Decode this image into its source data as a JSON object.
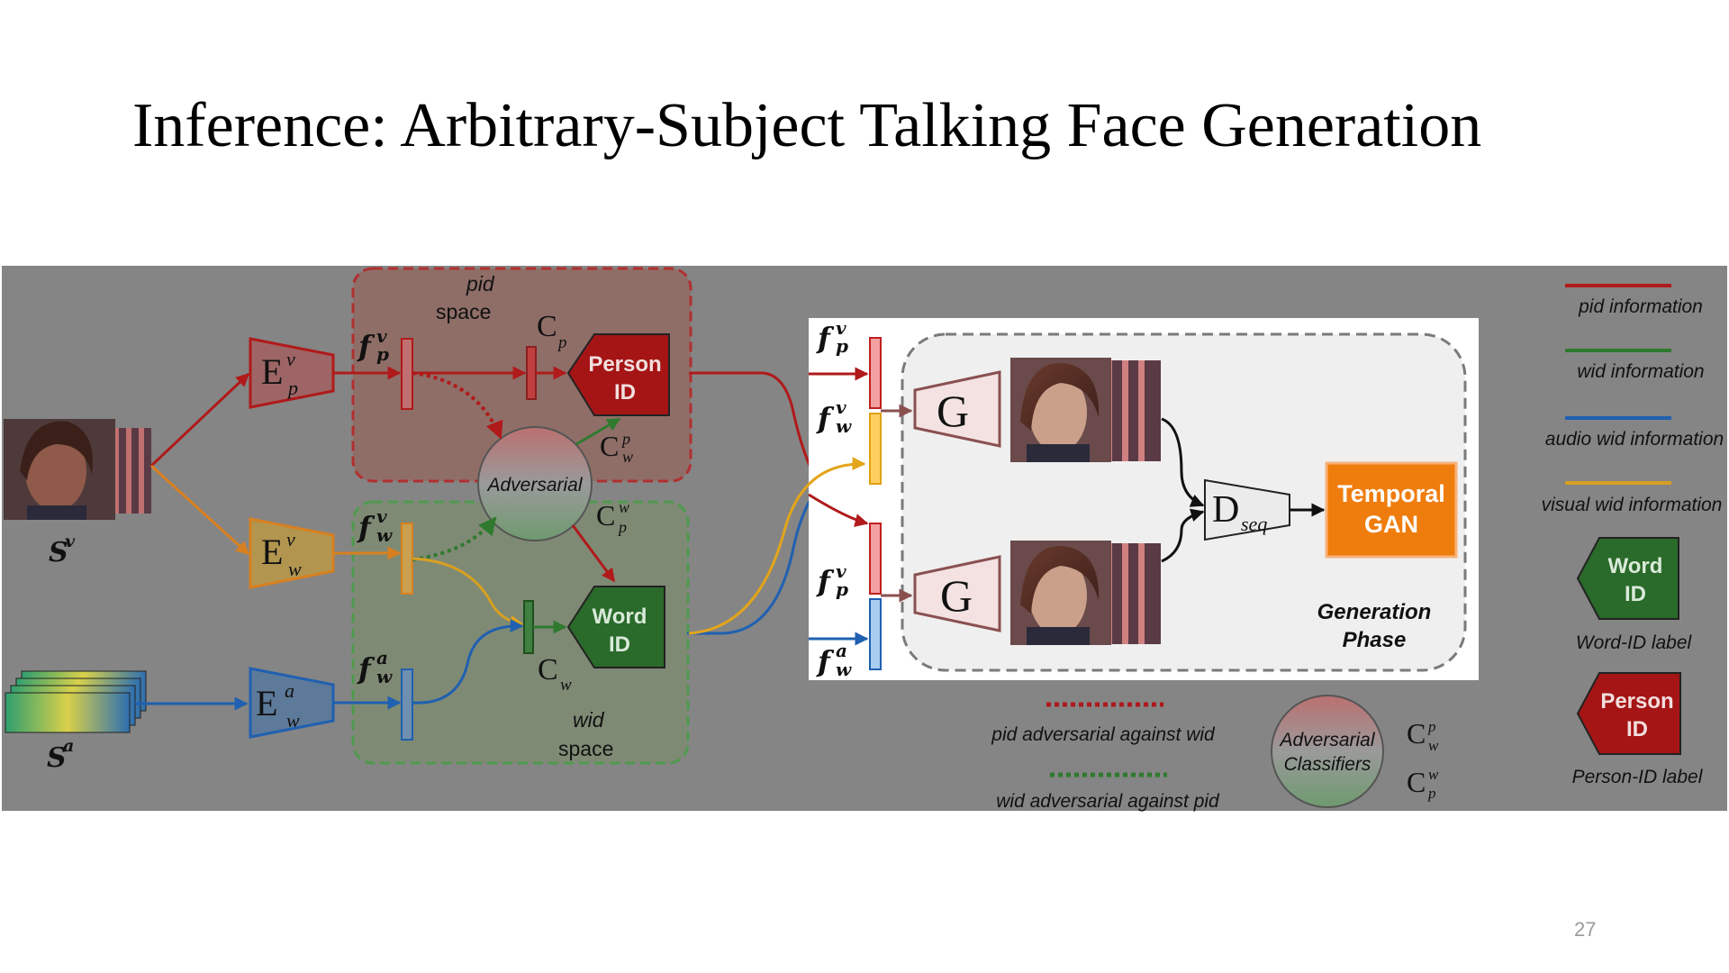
{
  "slide": {
    "title": "Inference: Arbitrary-Subject Talking Face Generation",
    "page_number": "27"
  },
  "diagram": {
    "inputs": {
      "visual": "S",
      "visual_sup": "v",
      "audio": "S",
      "audio_sup": "a"
    },
    "encoders": {
      "ep": {
        "main": "E",
        "sup": "v",
        "sub": "p"
      },
      "ew": {
        "main": "E",
        "sup": "v",
        "sub": "w"
      },
      "ea": {
        "main": "E",
        "sup": "a",
        "sub": "w"
      }
    },
    "features": {
      "fpv": {
        "main": "f",
        "sub": "p",
        "sup": "v"
      },
      "fwv": {
        "main": "f",
        "sub": "w",
        "sup": "v"
      },
      "fwa": {
        "main": "f",
        "sub": "w",
        "sup": "a"
      }
    },
    "spaces": {
      "pid_line1": "pid",
      "pid_line2": "space",
      "wid_line1": "wid",
      "wid_line2": "space"
    },
    "classifiers": {
      "cp": {
        "main": "C",
        "sub": "p"
      },
      "cw": {
        "main": "C",
        "sub": "w"
      },
      "cwp": {
        "main": "C",
        "sup": "p",
        "sub": "w"
      },
      "cpw": {
        "main": "C",
        "sup": "w",
        "sub": "p"
      }
    },
    "adversarial_label": "Adversarial",
    "person_id": {
      "line1": "Person",
      "line2": "ID"
    },
    "word_id": {
      "line1": "Word",
      "line2": "ID"
    },
    "generator": "G",
    "discriminator": {
      "main": "D",
      "sub": "seq"
    },
    "temporal_gan": {
      "line1": "Temporal",
      "line2": "GAN"
    },
    "generation_phase": {
      "line1": "Generation",
      "line2": "Phase"
    },
    "bottom_legend": {
      "pid_adv": "pid adversarial against wid",
      "wid_adv": "wid adversarial against pid",
      "adv_classifiers_line1": "Adversarial",
      "adv_classifiers_line2": "Classifiers"
    },
    "legend": {
      "pid_info": "pid information",
      "wid_info": "wid information",
      "audio_wid": "audio wid information",
      "visual_wid": "visual wid information",
      "word_id_label": "Word-ID label",
      "person_id_label": "Person-ID label"
    },
    "colors": {
      "pid": "#b01a1a",
      "wid": "#2f7a2f",
      "audio": "#2060b0",
      "visual": "#e3a51a",
      "temporal_gan": "#ef7d0d",
      "overlay": "#858585"
    }
  }
}
